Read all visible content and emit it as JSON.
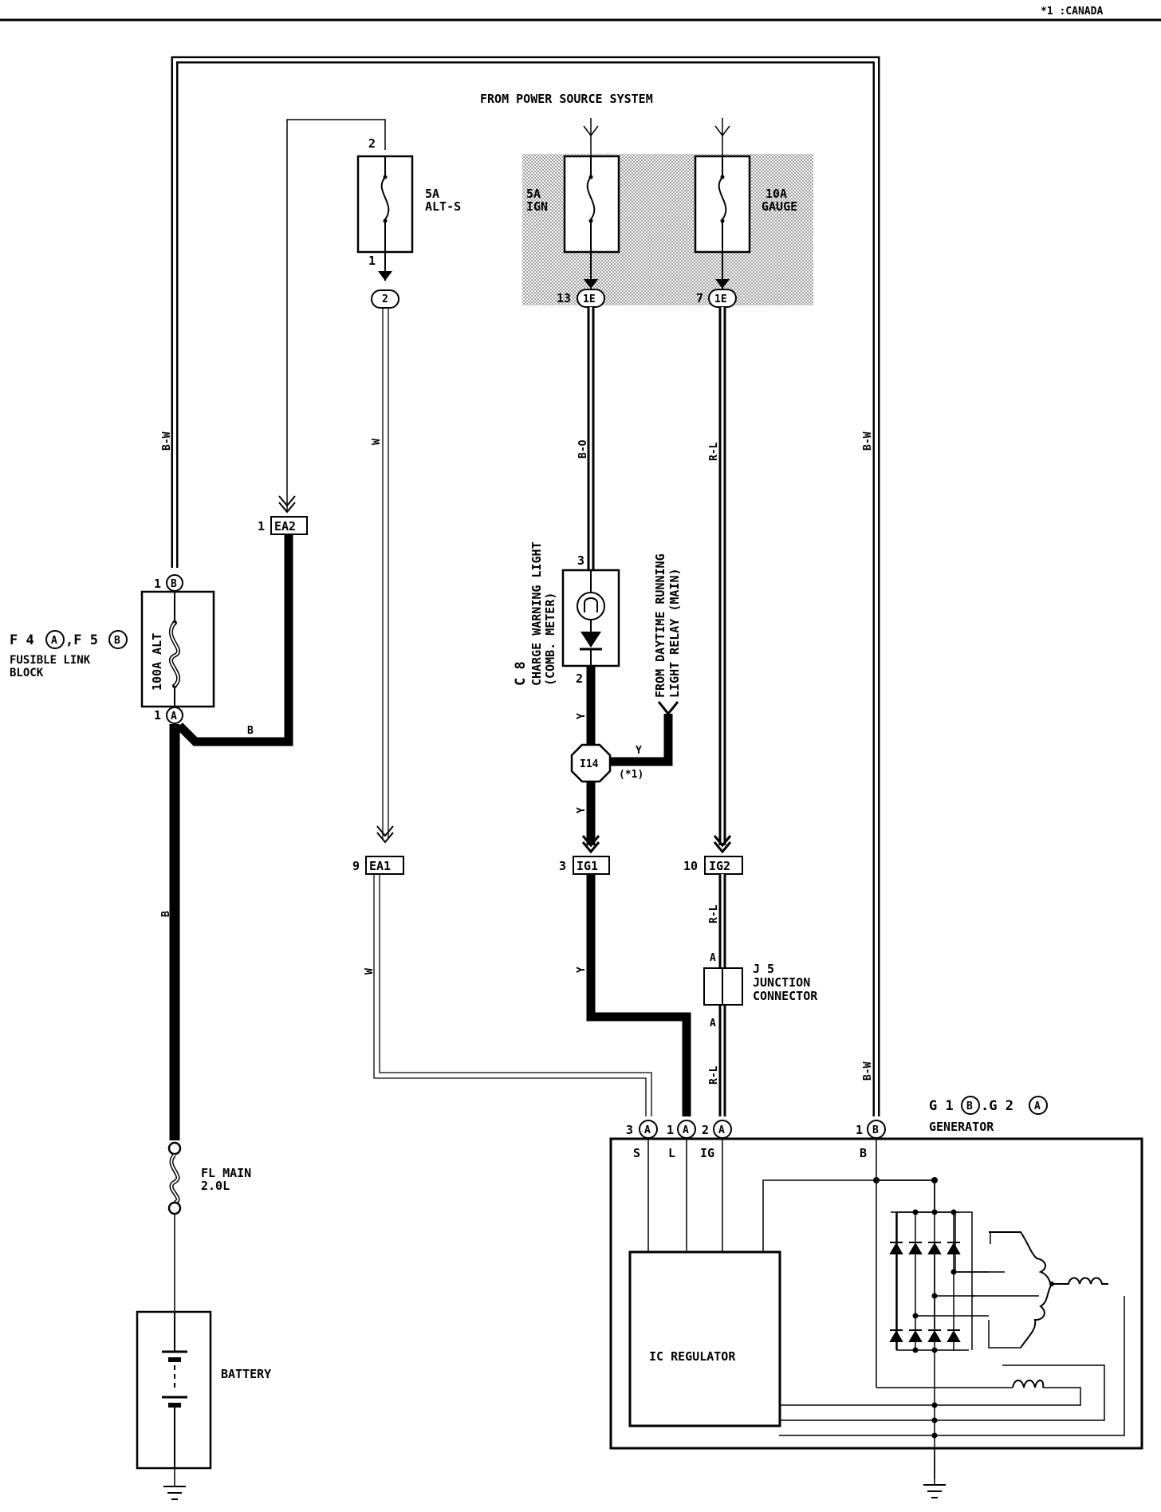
{
  "header": {
    "note": "*1 :CANADA"
  },
  "power_source": {
    "label": "FROM POWER SOURCE SYSTEM"
  },
  "fuses": {
    "alt_s": {
      "pin_top": "2",
      "pin_bottom": "1",
      "rating": "5A",
      "name": "ALT-S",
      "connector": "2"
    },
    "ign": {
      "rating": "5A",
      "name": "IGN",
      "pin": "13",
      "connector": "1E"
    },
    "gauge": {
      "rating": "10A",
      "name": "GAUGE",
      "pin": "7",
      "connector": "1E"
    }
  },
  "fusible_link": {
    "id": "F 4(A), F 5(B)",
    "id_parts": [
      "F 4",
      "A",
      ",F 5",
      "B"
    ],
    "name_line1": "FUSIBLE LINK",
    "name_line2": "BLOCK",
    "element": "100A ALT",
    "pin_top": "1",
    "conn_top": "B",
    "pin_bottom": "1",
    "conn_bottom": "A"
  },
  "fl_main": {
    "line1": "FL MAIN",
    "line2": "2.0L"
  },
  "battery": {
    "label": "BATTERY"
  },
  "connectors": {
    "ea2": {
      "pin": "1",
      "name": "EA2"
    },
    "ea1": {
      "pin": "9",
      "name": "EA1"
    },
    "ig1": {
      "pin": "3",
      "name": "IG1"
    },
    "ig2": {
      "pin": "10",
      "name": "IG2"
    },
    "i14": {
      "name": "I14",
      "note": "(*1)"
    }
  },
  "charge_light": {
    "id": "C 8",
    "line1": "CHARGE WARNING LIGHT",
    "line2": "(COMB. METER)",
    "pin_top": "3",
    "pin_bottom": "2"
  },
  "drl": {
    "line1": "FROM DAYTIME RUNNING",
    "line2": "LIGHT RELAY (MAIN)"
  },
  "junction": {
    "id": "J 5",
    "line1": "JUNCTION",
    "line2": "CONNECTOR",
    "pin_a_top": "A",
    "pin_a_bottom": "A"
  },
  "wires": {
    "bw_left": "B-W",
    "bw_right": "B-W",
    "bw_right_low": "B-W",
    "w_top": "W",
    "w_low": "W",
    "bo": "B-O",
    "rl_top": "R-L",
    "rl_mid": "R-L",
    "rl_low": "R-L",
    "y_top": "Y",
    "y_mid": "Y",
    "y_low": "Y",
    "y_drl": "Y",
    "b_horiz": "B",
    "b_vert": "B"
  },
  "generator": {
    "id_parts": [
      "G 1",
      "B",
      ".G 2",
      "A"
    ],
    "name": "GENERATOR",
    "terminals": [
      {
        "pin": "3",
        "conn": "A",
        "name": "S"
      },
      {
        "pin": "1",
        "conn": "A",
        "name": "L"
      },
      {
        "pin": "2",
        "conn": "A",
        "name": "IG"
      },
      {
        "pin": "1",
        "conn": "B",
        "name": "B"
      }
    ],
    "regulator": "IC REGULATOR"
  }
}
